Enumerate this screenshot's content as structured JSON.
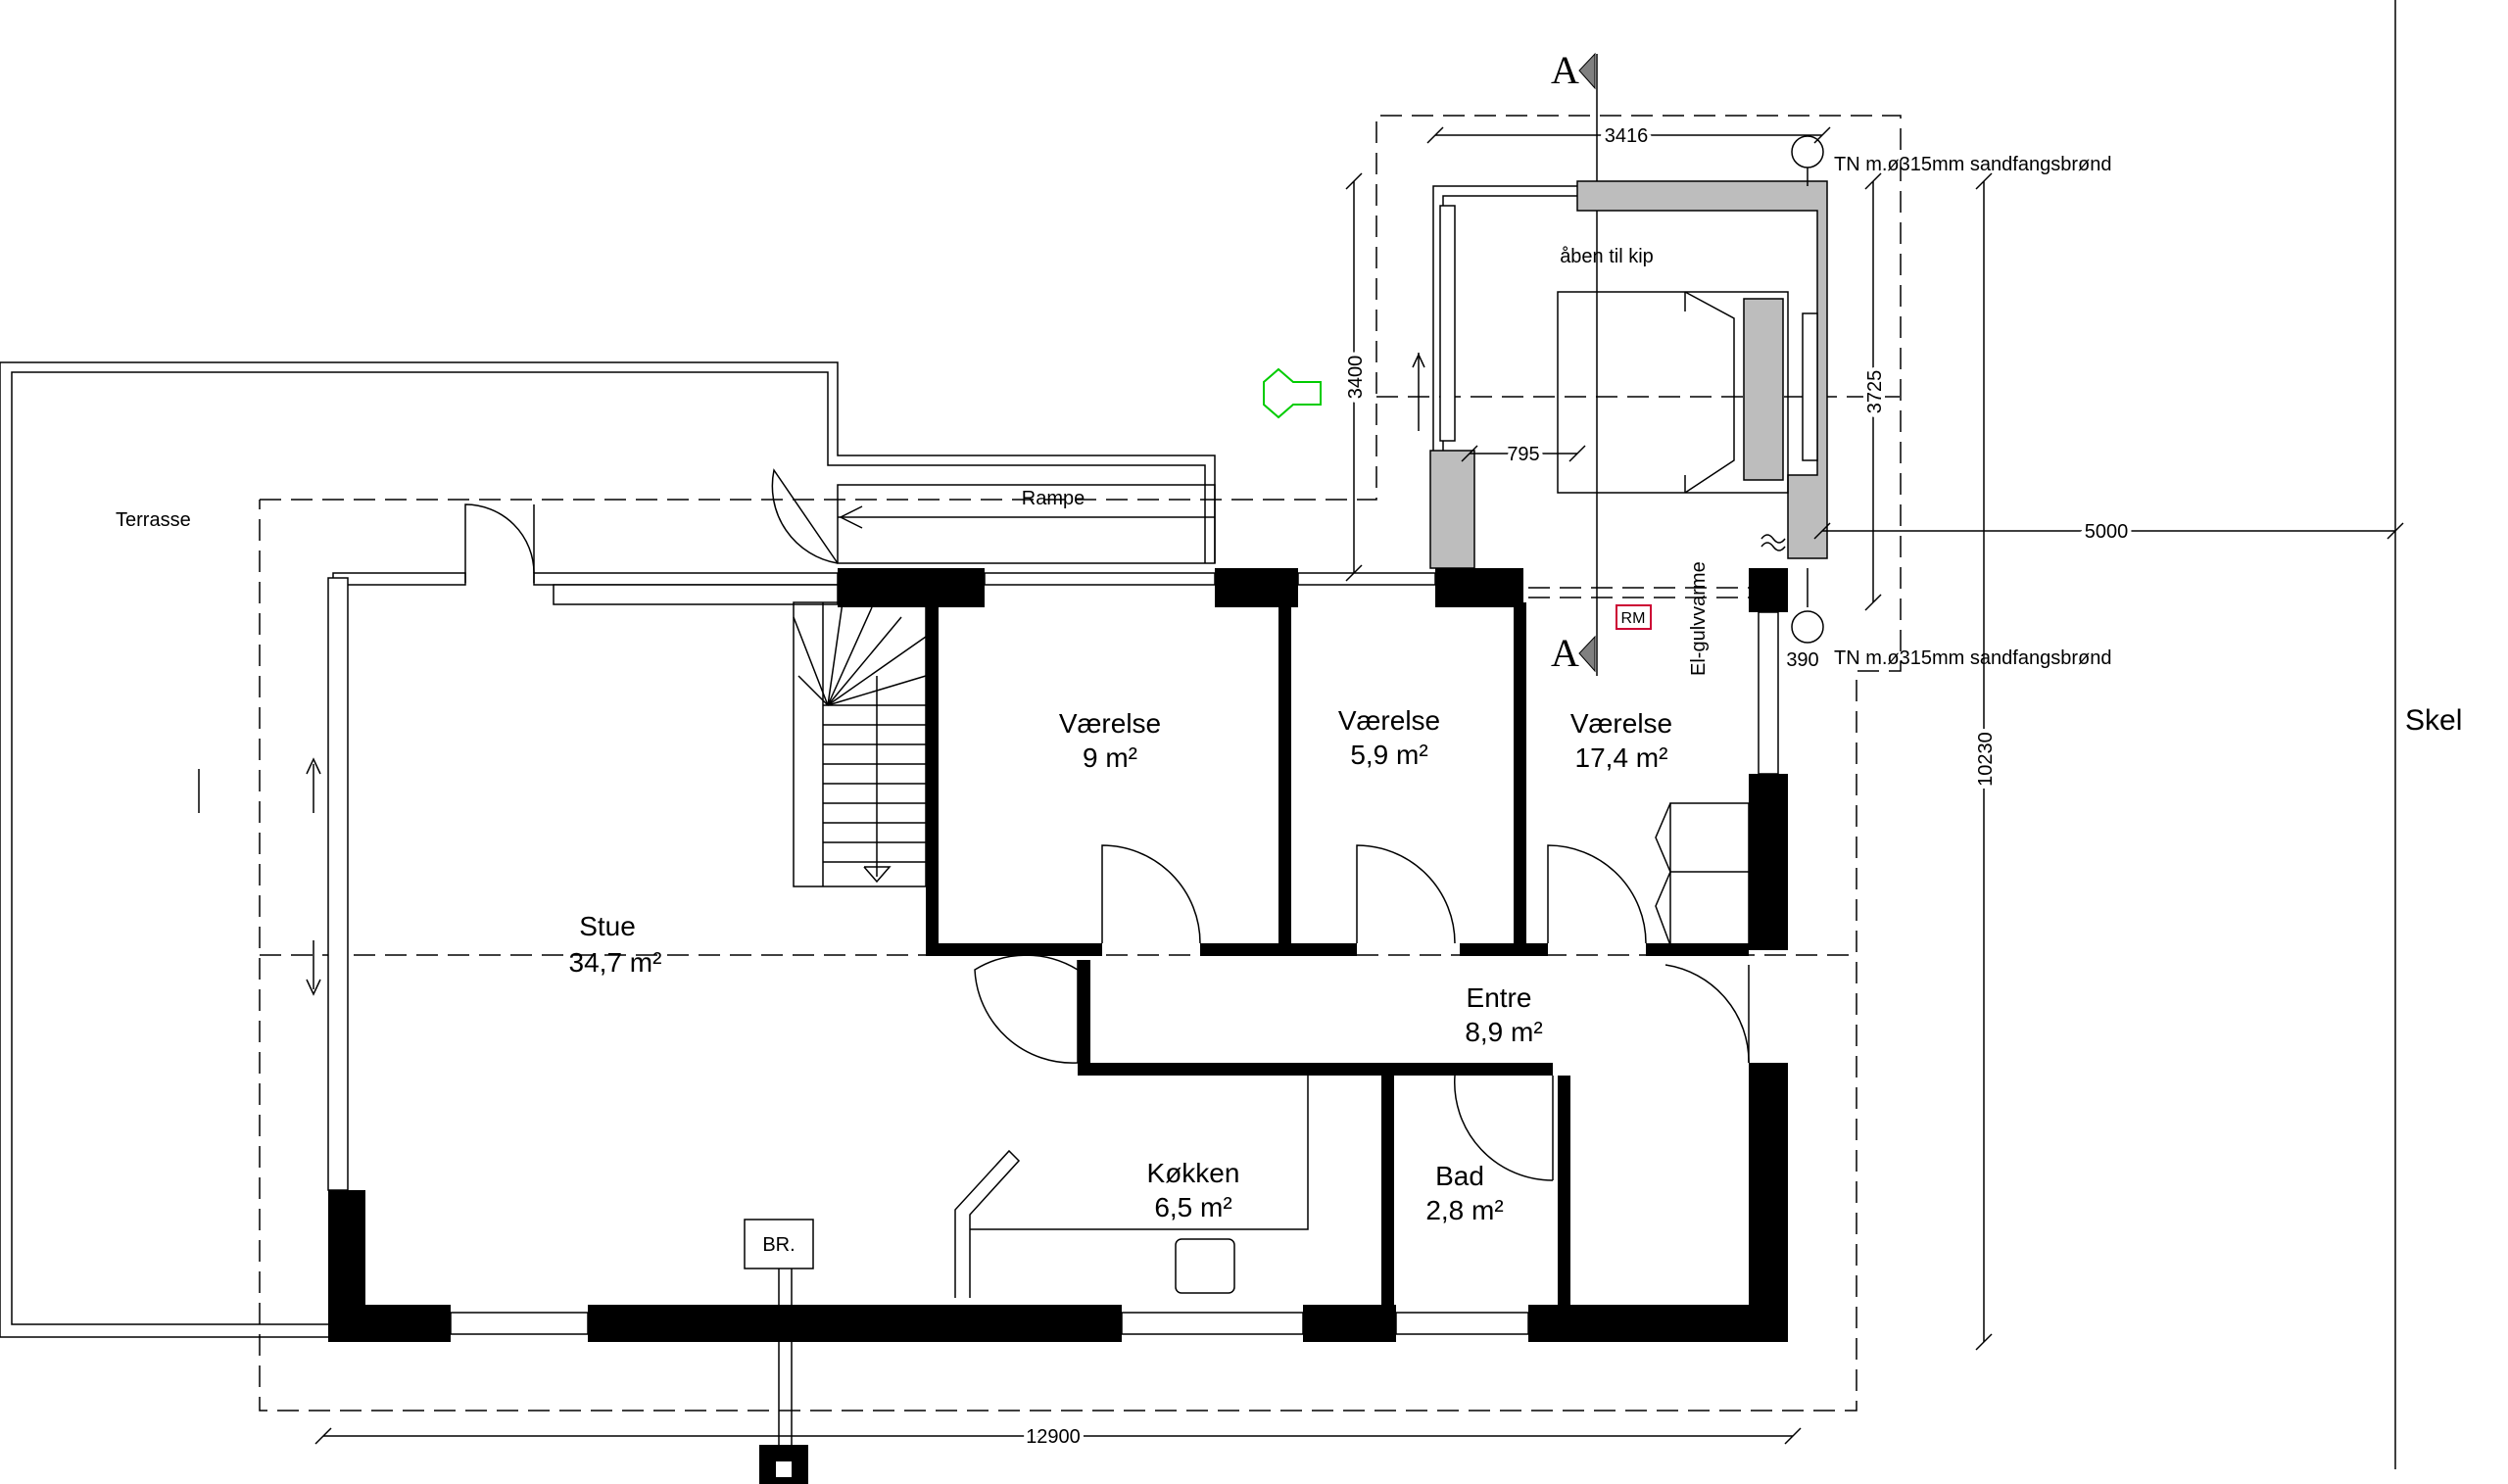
{
  "plan": {
    "rooms": [
      {
        "id": "stue",
        "name": "Stue",
        "area": "34,7 m²"
      },
      {
        "id": "vaerelse1",
        "name": "Værelse",
        "area": "9 m²"
      },
      {
        "id": "vaerelse2",
        "name": "Værelse",
        "area": "5,9 m²"
      },
      {
        "id": "vaerelse3",
        "name": "Værelse",
        "area": "17,4 m²"
      },
      {
        "id": "entre",
        "name": "Entre",
        "area": "8,9 m²"
      },
      {
        "id": "kokken",
        "name": "Køkken",
        "area": "6,5 m²"
      },
      {
        "id": "bad",
        "name": "Bad",
        "area": "2,8 m²"
      }
    ],
    "labels": {
      "terrasse": "Terrasse",
      "rampe": "Rampe",
      "aaben_til_kip": "åben til kip",
      "el_gulvvarme": "El-gulvvarme",
      "skel": "Skel",
      "br": "BR.",
      "rm": "RM",
      "section_a_top": "A",
      "section_a_bottom": "A",
      "drain_top": "TN m.ø315mm sandfangsbrønd",
      "drain_bottom": "TN m.ø315mm sandfangsbrønd"
    },
    "dimensions": {
      "total_width": "12900",
      "total_depth": "10230",
      "annex_width": "3416",
      "annex_height_left": "3400",
      "annex_height_right": "3725",
      "annex_offset": "795",
      "to_skel": "5000",
      "small_offset": "390"
    },
    "colors": {
      "wall": "#000000",
      "insulation": "#bdbdbd",
      "heat_pump_marker": "#00cc00",
      "rm_marker": "#cc0033"
    }
  }
}
